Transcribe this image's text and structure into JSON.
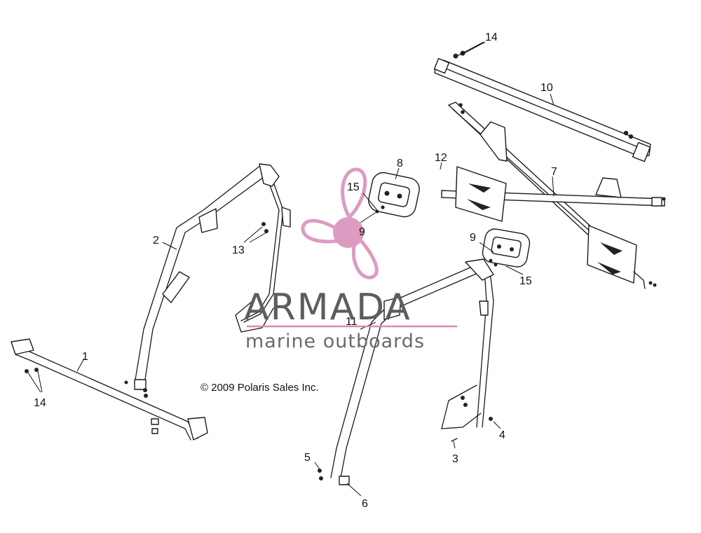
{
  "diagram": {
    "callouts": [
      "1",
      "2",
      "3",
      "4",
      "5",
      "6",
      "7",
      "8",
      "9",
      "10",
      "11",
      "12",
      "13",
      "14",
      "15"
    ],
    "copyright": "© 2009 Polaris Sales Inc.",
    "watermark": {
      "brand": "ARMADA",
      "tagline": "marine outboards",
      "logo": "propeller-icon",
      "brand_color": "#d98ab8",
      "text_color": "#5d5d5d"
    }
  }
}
